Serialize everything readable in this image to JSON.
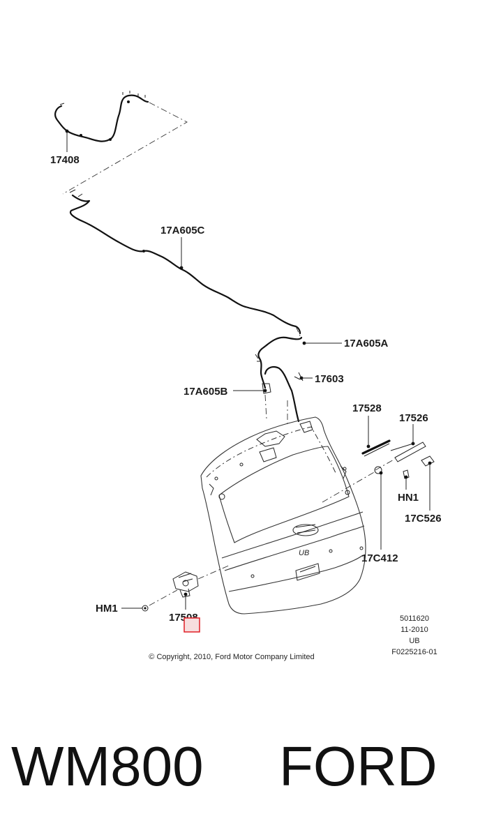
{
  "parts": {
    "p17408": "17408",
    "p17A605C": "17A605C",
    "p17A605A": "17A605A",
    "p17603": "17603",
    "p17A605B": "17A605B",
    "p17528": "17528",
    "p17526": "17526",
    "pHN1": "HN1",
    "p17C526": "17C526",
    "p17C412": "17C412",
    "pHM1": "HM1",
    "p17508": "17508"
  },
  "copyright": "© Copyright, 2010, Ford Motor Company Limited",
  "meta": {
    "code": "5011620",
    "date": "11-2010",
    "region": "UB",
    "figure_id": "F0225216-01"
  },
  "footer": {
    "model": "WM800",
    "brand": "FORD"
  },
  "colors": {
    "ink": "#111111",
    "highlight": "#e01f26",
    "highlight_fill": "#f7dede"
  }
}
